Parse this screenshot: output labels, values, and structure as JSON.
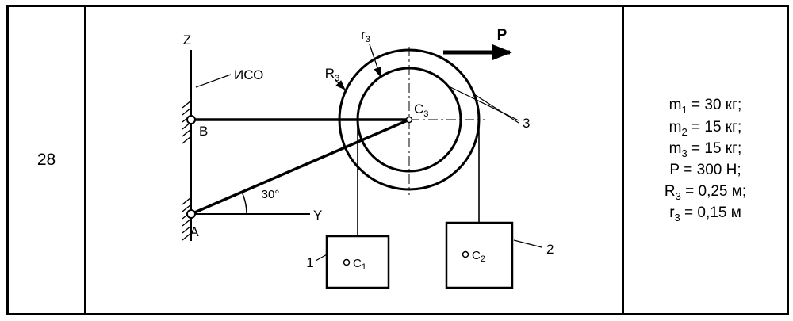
{
  "row": {
    "number": "28"
  },
  "diagram": {
    "z_label": "Z",
    "iso_label": "ИСО",
    "b_label": "B",
    "a_label": "A",
    "y_label": "Y",
    "angle_label": "30°",
    "p_label": "P",
    "r3": {
      "base": "r",
      "sub": "3"
    },
    "R3": {
      "base": "R",
      "sub": "3"
    },
    "c3": {
      "base": "C",
      "sub": "3"
    },
    "c1": {
      "base": "C",
      "sub": "1"
    },
    "c2": {
      "base": "C",
      "sub": "2"
    },
    "pulley_label": "3",
    "block1_label": "1",
    "block2_label": "2"
  },
  "given": {
    "lines": [
      {
        "base": "m",
        "sub": "1",
        "rest": " = 30 кг;"
      },
      {
        "base": "m",
        "sub": "2",
        "rest": " = 15 кг;"
      },
      {
        "base": "m",
        "sub": "3",
        "rest": " = 15 кг;"
      },
      {
        "base": "P",
        "sub": "",
        "rest": " = 300 Н;"
      },
      {
        "base": "R",
        "sub": "3",
        "rest": " = 0,25 м;"
      },
      {
        "base": "r",
        "sub": "3",
        "rest": " = 0,15 м"
      }
    ]
  }
}
